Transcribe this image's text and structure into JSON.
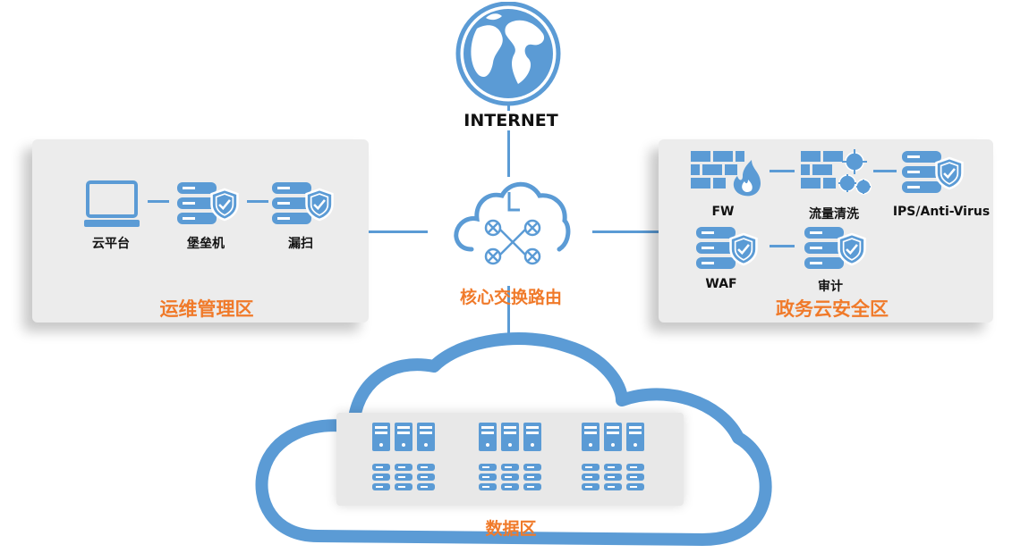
{
  "internet": {
    "label": "INTERNET"
  },
  "core": {
    "label": "核心交换路由"
  },
  "ops_zone": {
    "title": "运维管理区",
    "items": [
      {
        "label": "云平台"
      },
      {
        "label": "堡垒机"
      },
      {
        "label": "漏扫"
      }
    ]
  },
  "gov_zone": {
    "title": "政务云安全区",
    "items": [
      {
        "label": "FW"
      },
      {
        "label": "流量清洗"
      },
      {
        "label": "IPS/Anti-Virus"
      },
      {
        "label": "WAF"
      },
      {
        "label": "审计"
      }
    ]
  },
  "data_zone": {
    "title": "数据区"
  },
  "colors": {
    "accent_blue": "#5b9bd5",
    "accent_orange": "#f07a2a",
    "zone_bg": "#ececec"
  }
}
